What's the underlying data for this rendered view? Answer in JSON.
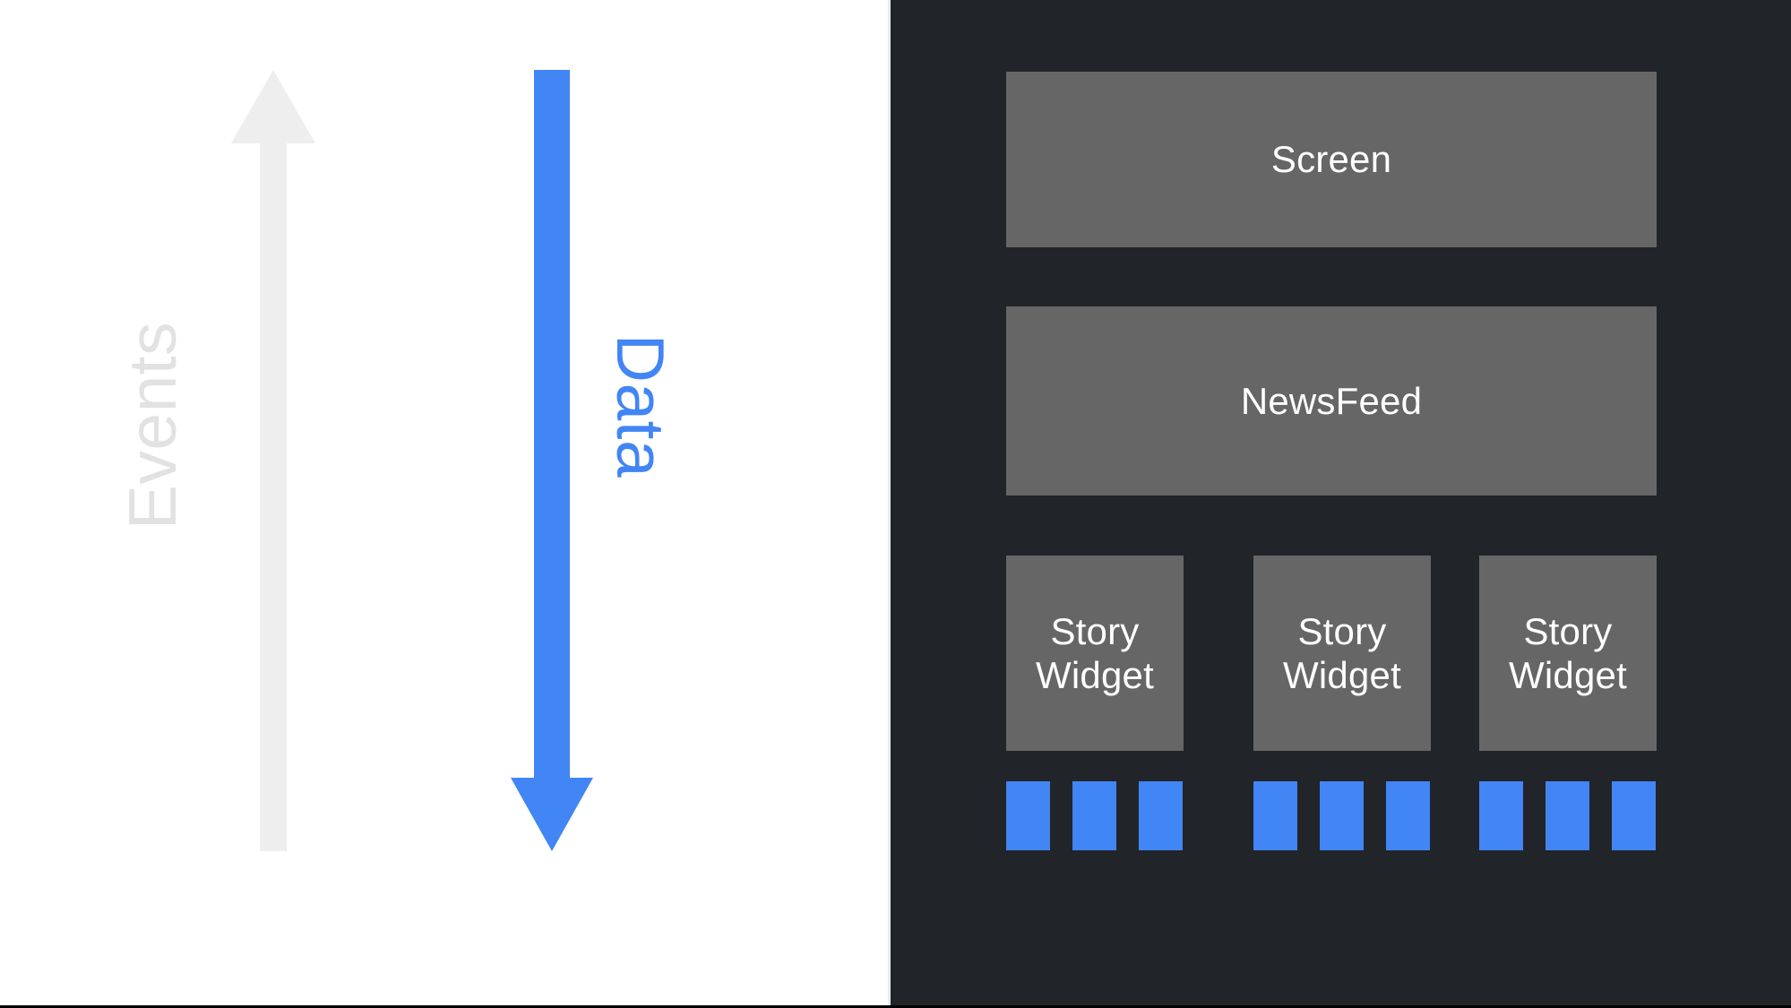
{
  "diagram": {
    "title": "Unidirectional data flow widget tree",
    "colors": {
      "background_light": "#ffffff",
      "background_dark": "#212429",
      "node_fill": "#666666",
      "node_text": "#ffffff",
      "accent_blue": "#4285f4",
      "events_grey": "#e2e2e2",
      "divider": "#e9ebee",
      "bottom_rule": "#000000"
    }
  },
  "flow": {
    "events": {
      "label": "Events",
      "direction": "up",
      "icon": "arrow-up-icon",
      "color": "#e2e2e2"
    },
    "data": {
      "label": "Data",
      "direction": "down",
      "icon": "arrow-down-icon",
      "color": "#4285f4"
    }
  },
  "tree": {
    "root": {
      "label": "Screen"
    },
    "middle": {
      "label": "NewsFeed"
    },
    "widgets": [
      {
        "label": "Story\nWidget",
        "line1": "Story",
        "line2": "Widget"
      },
      {
        "label": "Story\nWidget",
        "line1": "Story",
        "line2": "Widget"
      },
      {
        "label": "Story\nWidget",
        "line1": "Story",
        "line2": "Widget"
      }
    ],
    "leaf_groups": [
      {
        "count": 3
      },
      {
        "count": 3
      },
      {
        "count": 3
      }
    ]
  }
}
